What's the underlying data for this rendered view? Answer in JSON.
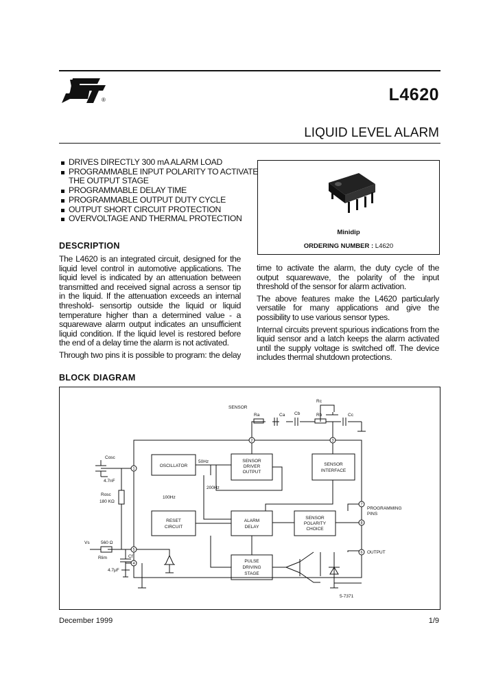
{
  "header": {
    "part_number": "L4620",
    "logo_mark": "ST",
    "registered": "®"
  },
  "product_title": "LIQUID LEVEL ALARM",
  "features": [
    "DRIVES DIRECTLY 300 mA ALARM LOAD",
    "PROGRAMMABLE INPUT POLARITY TO ACTIVATE THE OUTPUT STAGE",
    "PROGRAMMABLE DELAY TIME",
    "PROGRAMMABLE OUTPUT DUTY CYCLE",
    "OUTPUT SHORT CIRCUIT PROTECTION",
    "OVERVOLTAGE AND THERMAL PROTECTION"
  ],
  "package": {
    "name": "Minidip",
    "ordering_label": "ORDERING NUMBER :",
    "ordering_value": "L4620"
  },
  "description": {
    "heading": "DESCRIPTION",
    "p1": "The L4620 is an integrated circuit, designed for the liquid level control in automotive applications. The liquid level is indicated by an attenuation between transmitted and received signal across a sensor tip in the liquid. If the attenuation exceeds an internal threshold- sensortip outside the liquid or liquid temperature higher than a determined value - a squarewave alarm output indicates an unsufficient liquid condition. If the liquid level is restored before the end of a delay time the alarm is not activated.",
    "p2": "Through two pins it is possible to program: the delay time to activate the alarm, the duty cycle of the output squarewave, the polarity of the input threshold of the sensor for alarm activation.",
    "p3": "The above features make the L4620 particularly versatile for many applications and give the possibility to use various sensor types.",
    "p4": "Internal circuits prevent spurious indications from the liquid sensor and a latch keeps the alarm activated until the supply voltage is switched off. The device includes thermal shutdown protections."
  },
  "block_diagram": {
    "heading": "BLOCK DIAGRAM",
    "blocks": {
      "oscillator": "OSCILLATOR",
      "sensor_driver_1": "SENSOR",
      "sensor_driver_2": "DRIVER",
      "sensor_driver_3": "OUTPUT",
      "sensor_interface_1": "SENSOR",
      "sensor_interface_2": "INTERFACE",
      "reset_1": "RESET",
      "reset_2": "CIRCUIT",
      "alarm_1": "ALARM",
      "alarm_2": "DELAY",
      "polarity_1": "SENSOR",
      "polarity_2": "POLARITY",
      "polarity_3": "CHOICE",
      "pulse_1": "PULSE",
      "pulse_2": "DRIVING",
      "pulse_3": "STAGE"
    },
    "labels": {
      "sensor": "SENSOR",
      "rc": "Rc",
      "ra": "Ra",
      "ca": "Ca",
      "cb": "Cb",
      "rb": "Rb",
      "cc": "Cc",
      "cosc": "Cosc",
      "cosc_val": "4.7nF",
      "rosc": "Rosc",
      "rosc_val": "180 KΩ",
      "vs": "Vs",
      "rlim_val": "560 Ω",
      "rlim": "Rlim",
      "cf": "Cf",
      "cf_val": "4.7μF",
      "f50": "50Hz",
      "f200": "200Hz",
      "f100": "100Hz",
      "prog_1": "PROGRAMMING",
      "prog_2": "PINS",
      "output": "OUTPUT",
      "ref": "5-7371",
      "pin1": "1",
      "pin2": "2",
      "pin3": "3",
      "pin4": "4",
      "pin5": "5",
      "pin6": "6",
      "pin7": "7",
      "pin8": "8"
    }
  },
  "footer": {
    "date": "December 1999",
    "page": "1/9"
  }
}
